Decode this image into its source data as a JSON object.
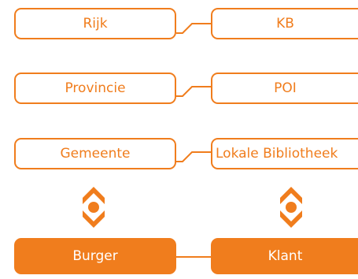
{
  "colors": {
    "accent": "#f07d1d",
    "background": "#ffffff"
  },
  "left_column": {
    "rijk": "Rijk",
    "provincie": "Provincie",
    "gemeente": "Gemeente",
    "burger": "Burger"
  },
  "right_column": {
    "kb": "KB",
    "poi": "POI",
    "lokale_bibliotheek": "Lokale Bibliotheek",
    "klant": "Klant"
  },
  "icons": {
    "left_arrow": "double-chevron-updown-icon",
    "right_arrow": "double-chevron-updown-icon"
  }
}
